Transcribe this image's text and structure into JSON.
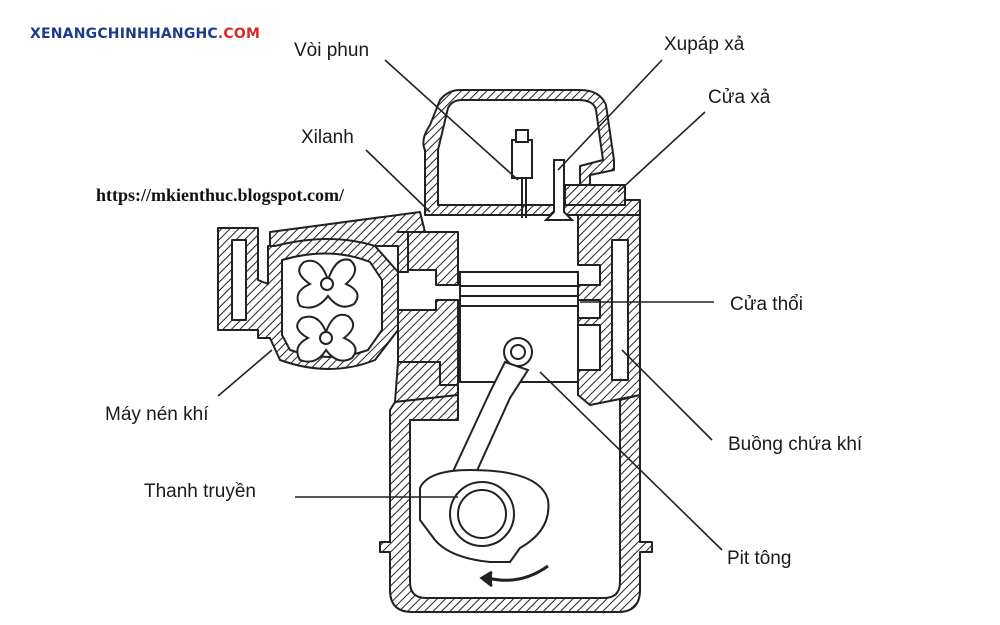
{
  "brand": {
    "main": "XENANGCHINHHANGHC",
    "suffix": ".COM",
    "main_color": "#1d3a8a",
    "suffix_color": "#d62b2b"
  },
  "watermark_url": "https://mkienthuc.blogspot.com/",
  "labels": {
    "voi_phun": "Vòi phun",
    "xupap_xa": "Xupáp xả",
    "cua_xa": "Cửa xả",
    "xilanh": "Xilanh",
    "cua_thoi": "Cửa thổi",
    "may_nen_khi": "Máy nén khí",
    "buong_chua_khi": "Buồng chứa khí",
    "thanh_truyen": "Thanh truyền",
    "pit_tong": "Pit tông"
  },
  "icons": {
    "rotation_arrow": "curved-arrow-icon",
    "compressor_rotor": "three-lobe-rotor-icon"
  }
}
